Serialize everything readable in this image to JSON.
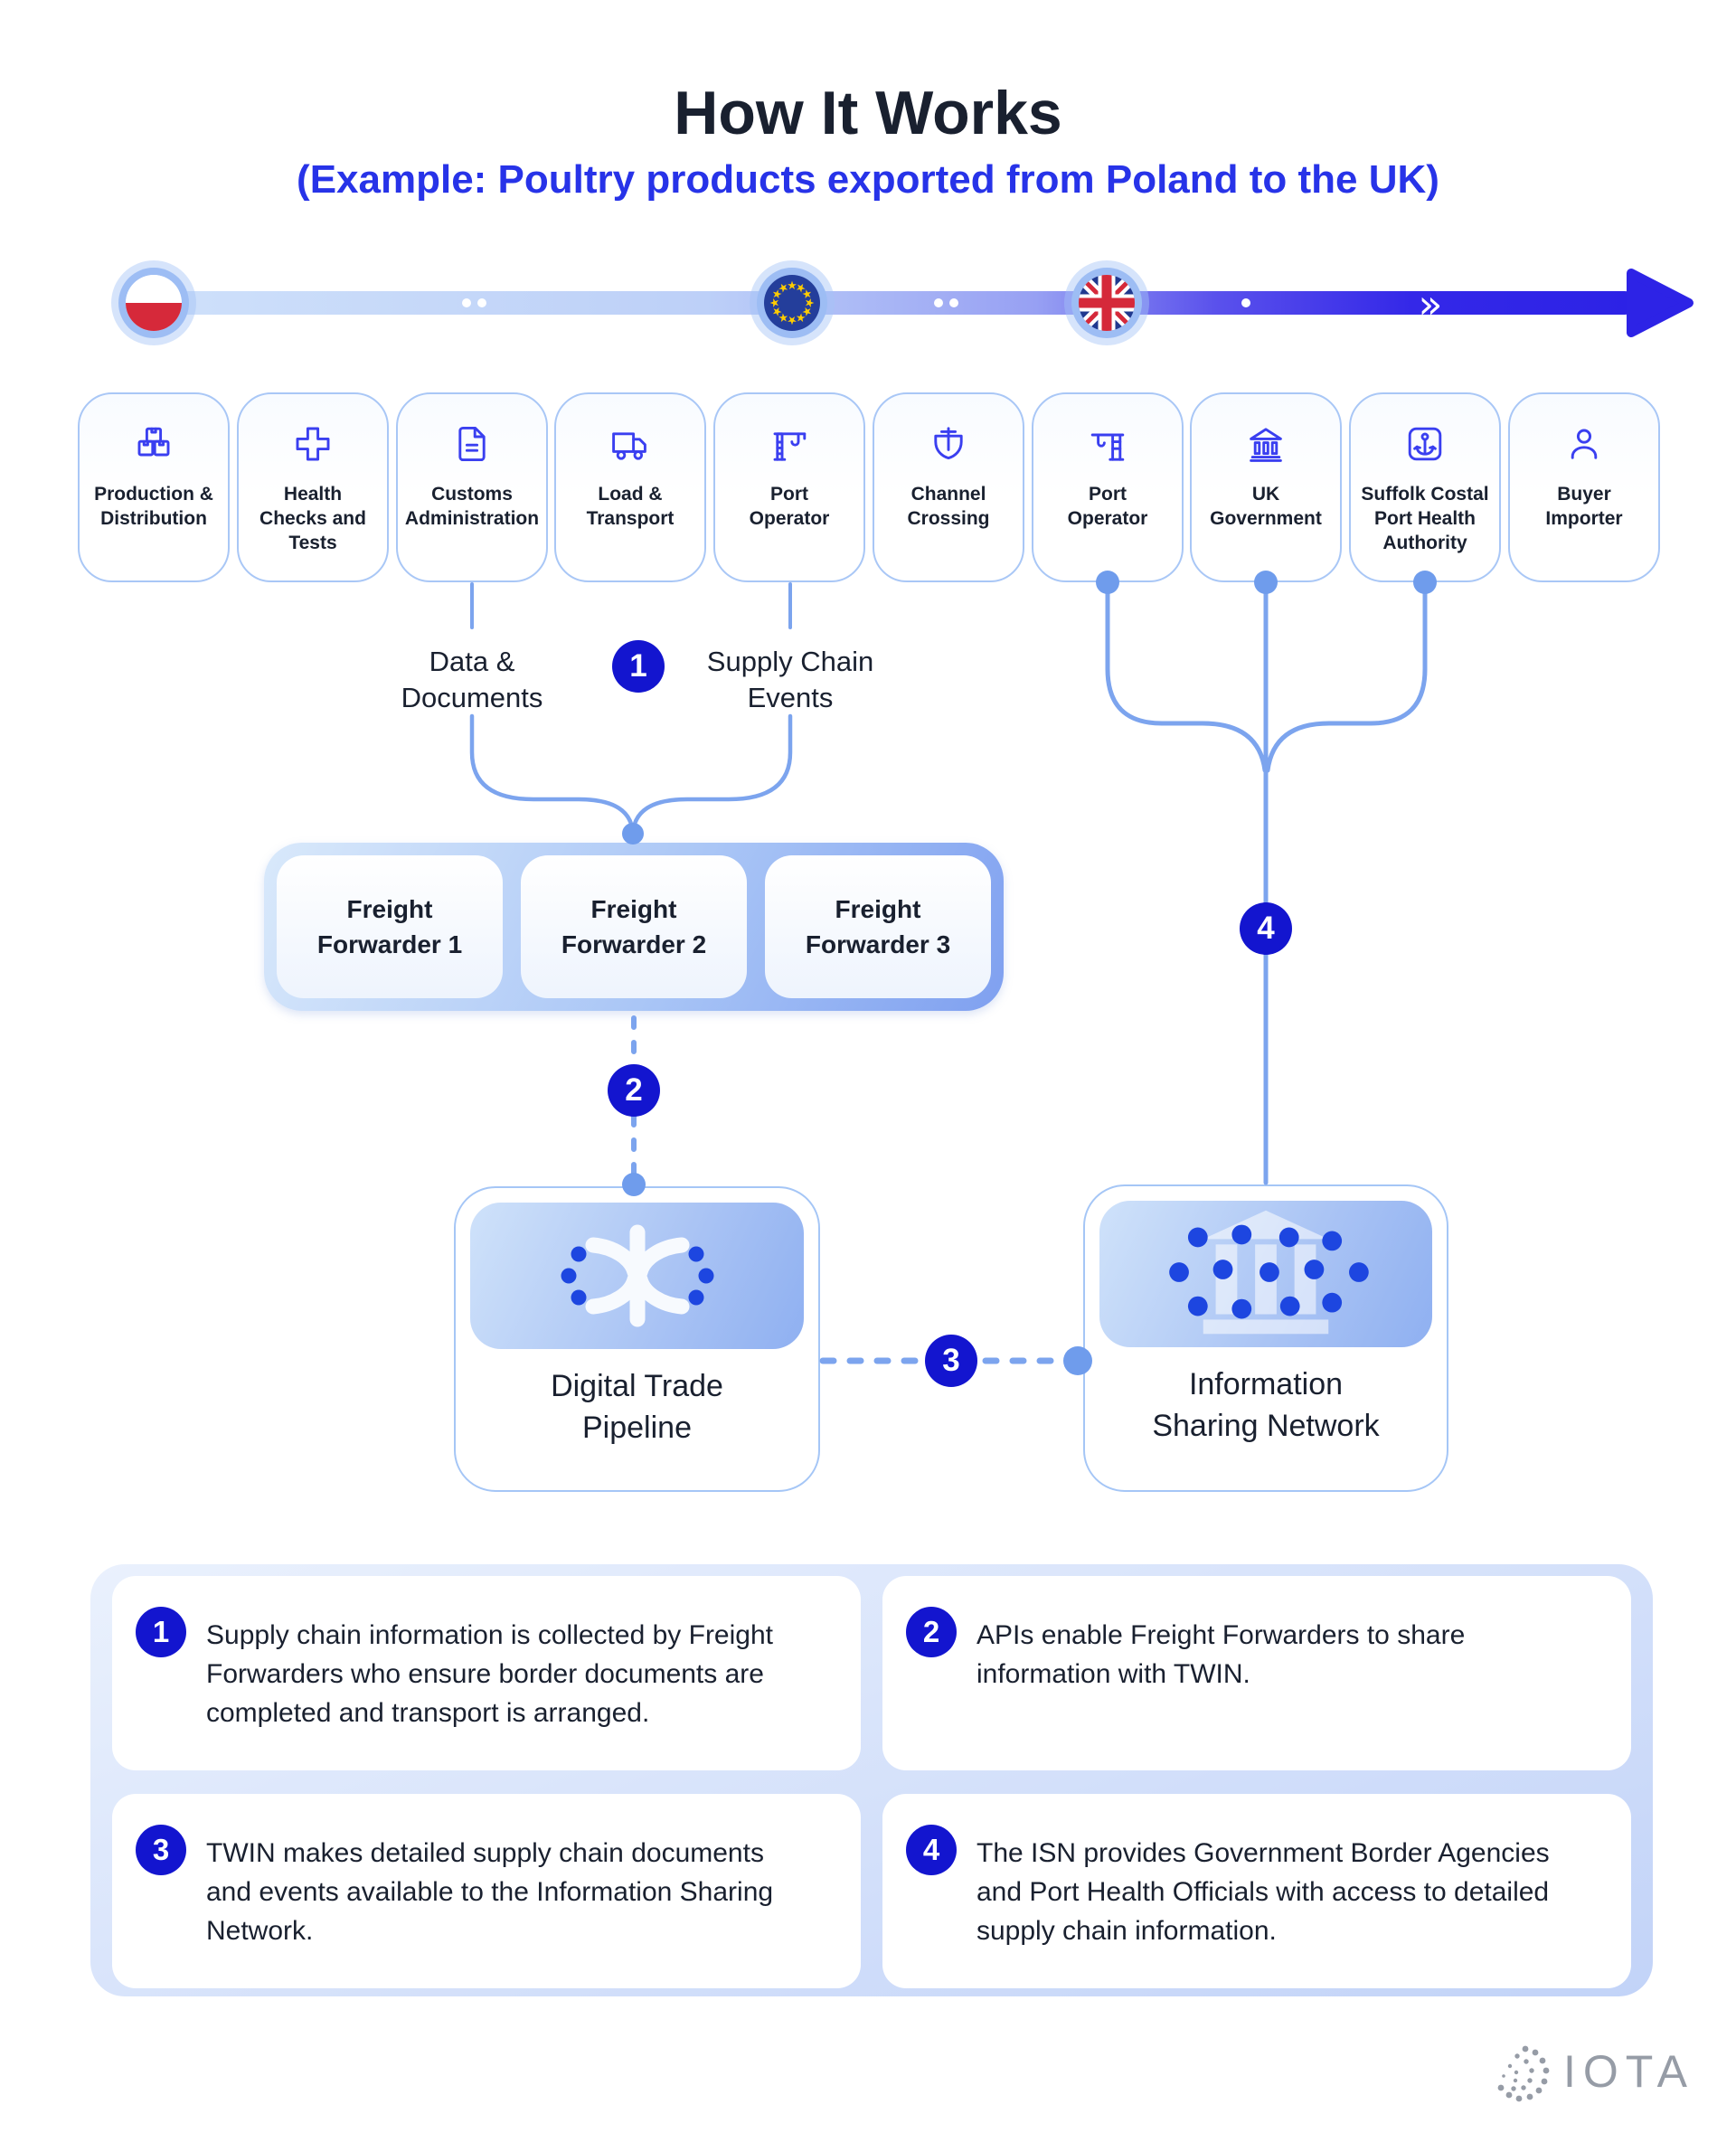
{
  "title": "How It Works",
  "subtitle": "(Example: Poultry products exported from Poland to the UK)",
  "timeline": {
    "chevron": "»",
    "flags": [
      "poland-flag",
      "eu-flag",
      "uk-flag"
    ]
  },
  "stages": [
    {
      "icon": "boxes-icon",
      "label": "Production &\nDistribution"
    },
    {
      "icon": "health-cross-icon",
      "label": "Health\nChecks and\nTests"
    },
    {
      "icon": "document-icon",
      "label": "Customs\nAdministration"
    },
    {
      "icon": "truck-icon",
      "label": "Load &\nTransport"
    },
    {
      "icon": "crane-icon",
      "label": "Port\nOperator"
    },
    {
      "icon": "ship-icon",
      "label": "Channel\nCrossing"
    },
    {
      "icon": "container-crane-icon",
      "label": "Port\nOperator"
    },
    {
      "icon": "bank-icon",
      "label": "UK\nGovernment"
    },
    {
      "icon": "anchor-icon",
      "label": "Suffolk Costal\nPort Health\nAuthority"
    },
    {
      "icon": "person-icon",
      "label": "Buyer\nImporter"
    }
  ],
  "flow": {
    "badges": [
      "1",
      "2",
      "3",
      "4"
    ],
    "data_documents_label": "Data &\nDocuments",
    "supply_chain_events_label": "Supply Chain\nEvents",
    "freight_forwarders": [
      "Freight\nForwarder 1",
      "Freight\nForwarder 2",
      "Freight\nForwarder 3"
    ],
    "digital_trade_pipeline": "Digital Trade\nPipeline",
    "information_sharing_network": "Information\nSharing Network"
  },
  "notes": [
    {
      "num": "1",
      "text": "Supply chain information is collected by Freight Forwarders who ensure border documents are completed and transport is arranged."
    },
    {
      "num": "2",
      "text": "APIs enable Freight Forwarders to share information with TWIN."
    },
    {
      "num": "3",
      "text": "TWIN makes detailed supply chain documents and events available to the Information Sharing Network."
    },
    {
      "num": "4",
      "text": "The ISN provides Government Border Agencies and Port Health Officials with access to detailed supply chain information."
    }
  ],
  "footer": {
    "brand": "IOTA"
  },
  "colors": {
    "dark": "#19202f",
    "accent": "#2733e8",
    "icon": "#3a3ff0",
    "boxborder": "#a9c7f6",
    "line": "#7ca4ee",
    "dot": "#6f9cec",
    "badge": "#1315cf"
  }
}
